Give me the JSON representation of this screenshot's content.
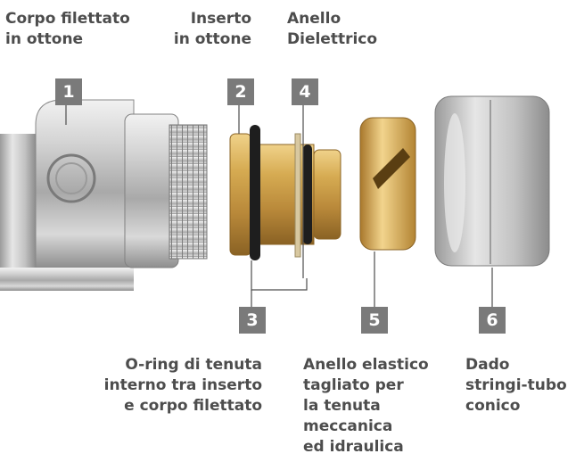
{
  "labels": {
    "corpo": "Corpo filettato\nin ottone",
    "inserto": "Inserto\nin ottone",
    "anello_dielettrico": "Anello\nDielettrico",
    "oring": "O-ring di tenuta\ninterno tra inserto\ne corpo filettato",
    "anello_elastico": "Anello elastico\ntagliato per\nla tenuta\nmeccanica\ned idraulica",
    "dado": "Dado\nstringi-tubo\nconico"
  },
  "badges": {
    "b1": "1",
    "b2": "2",
    "b3": "3",
    "b4": "4",
    "b5": "5",
    "b6": "6"
  },
  "colors": {
    "label_text": "#4d4d4d",
    "badge_bg": "#7a7a7a",
    "brass": "#c99a3e",
    "chrome": "#c8c8c8",
    "oring": "#1e1e1e"
  }
}
